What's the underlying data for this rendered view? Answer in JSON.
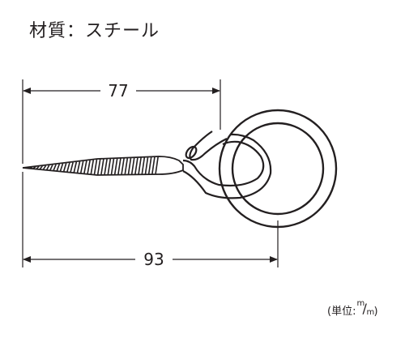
{
  "material": {
    "label": "材質",
    "separator": "：",
    "value": "スチール"
  },
  "dimensions": {
    "upper": "77",
    "lower": "93"
  },
  "unit_note": {
    "open": "(",
    "label": "単位",
    "separator": ":",
    "unit_top": "m",
    "unit_slash": "/",
    "unit_bottom": "m",
    "close": ")"
  },
  "colors": {
    "line": "#231f20",
    "background": "#ffffff"
  }
}
